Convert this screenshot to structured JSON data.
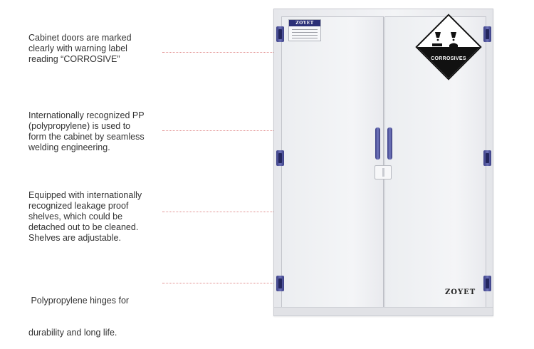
{
  "callouts": [
    {
      "lines": [
        "Cabinet doors are marked",
        "clearly with warning label",
        "reading “CORROSIVE”"
      ]
    },
    {
      "lines": [
        "Internationally recognized PP",
        "(polypropylene) is used to",
        "form the cabinet by seamless",
        "welding engineering."
      ]
    },
    {
      "lines": [
        "Equipped with internationally",
        "recognized leakage proof",
        "shelves, which could be",
        "detached out to be cleaned.",
        "Shelves are adjustable."
      ]
    },
    {
      "lines": [
        " Polypropylene hinges for",
        "durability and long life."
      ]
    }
  ],
  "cabinet": {
    "brand_plate_text": "ZOYET",
    "warning_label": "CORROSIVES",
    "footer_brand": "ZOYET"
  },
  "colors": {
    "callout_text": "#333333",
    "leader_line": "#e08a8a",
    "hardware_accent": "#3b3f86",
    "cabinet_body": "#eceef1"
  },
  "icons": [
    "corrosive-hazard-icon",
    "hinge-icon",
    "door-handle-icon",
    "lock-icon"
  ]
}
